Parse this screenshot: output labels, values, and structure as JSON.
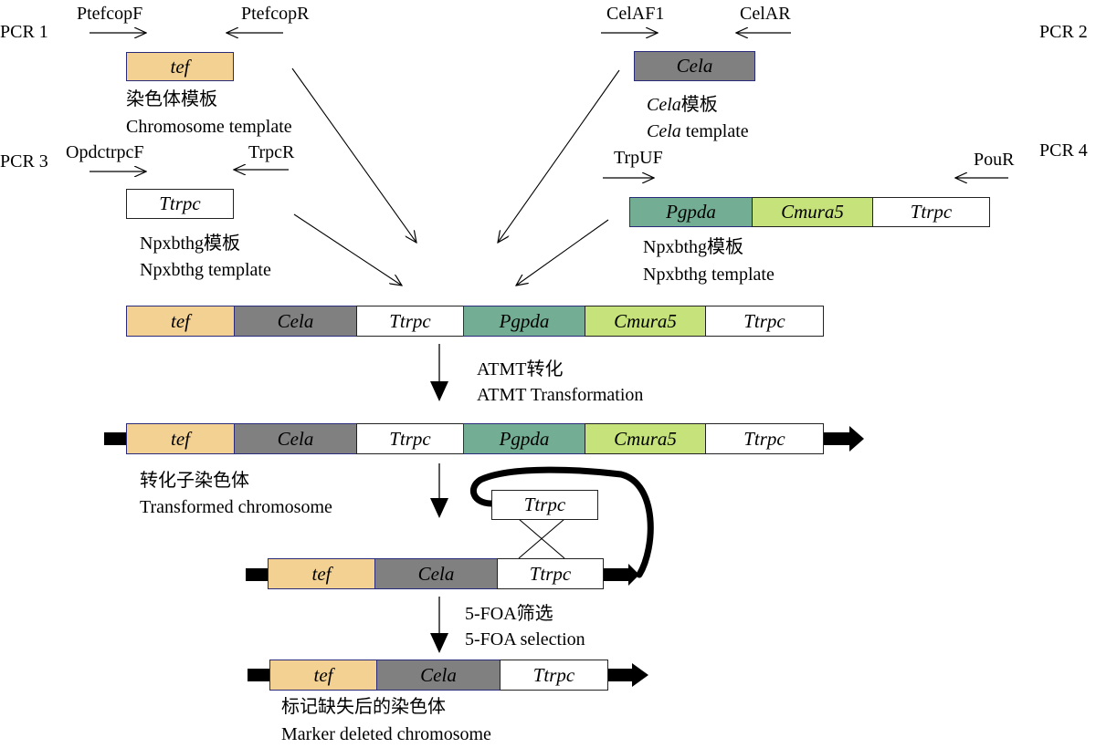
{
  "colors": {
    "tef": "#f2d193",
    "Cela": "#808080",
    "Ttrpc": "#ffffff",
    "Pgpda": "#72ad94",
    "Cmura5": "#c6e27a"
  },
  "pcr": [
    {
      "label": "PCR 1",
      "forward_primer": "PtefcopF",
      "reverse_primer": "PtefcopR",
      "template_segments": [
        "tef"
      ],
      "caption_cn": "染色体模板",
      "caption_en": "Chromosome template"
    },
    {
      "label": "PCR 2",
      "forward_primer": "CelAF1",
      "reverse_primer": "CelAR",
      "template_segments": [
        "Cela"
      ],
      "caption_cn_italic": "Cela",
      "caption_cn": "模板",
      "caption_en_italic": "Cela",
      "caption_en": " template"
    },
    {
      "label": "PCR 3",
      "forward_primer": "OpdctrpcF",
      "reverse_primer": "TrpcR",
      "template_segments": [
        "Ttrpc"
      ],
      "caption_cn": "Npxbthg模板",
      "caption_en": "Npxbthg template"
    },
    {
      "label": "PCR 4",
      "forward_primer": "TrpUF",
      "reverse_primer": "PouR",
      "template_segments": [
        "Pgpda",
        "Cmura5",
        "Ttrpc"
      ],
      "caption_cn": "Npxbthg模板",
      "caption_en": "Npxbthg template"
    }
  ],
  "fusion_construct": {
    "segments": [
      "tef",
      "Cela",
      "Ttrpc",
      "Pgpda",
      "Cmura5",
      "Ttrpc"
    ]
  },
  "step1": {
    "label_cn": "ATMT转化",
    "label_en": "ATMT Transformation"
  },
  "transformed_chromosome": {
    "segments": [
      "tef",
      "Cela",
      "Ttrpc",
      "Pgpda",
      "Cmura5",
      "Ttrpc"
    ],
    "caption_cn": "转化子染色体",
    "caption_en": "Transformed chromosome"
  },
  "recombination": {
    "looped_segment": "Ttrpc",
    "segments": [
      "tef",
      "Cela",
      "Ttrpc"
    ]
  },
  "step2": {
    "label_cn": "5-FOA筛选",
    "label_en": "5-FOA selection"
  },
  "final_chromosome": {
    "segments": [
      "tef",
      "Cela",
      "Ttrpc"
    ],
    "caption_cn": "标记缺失后的染色体",
    "caption_en": "Marker deleted chromosome"
  }
}
